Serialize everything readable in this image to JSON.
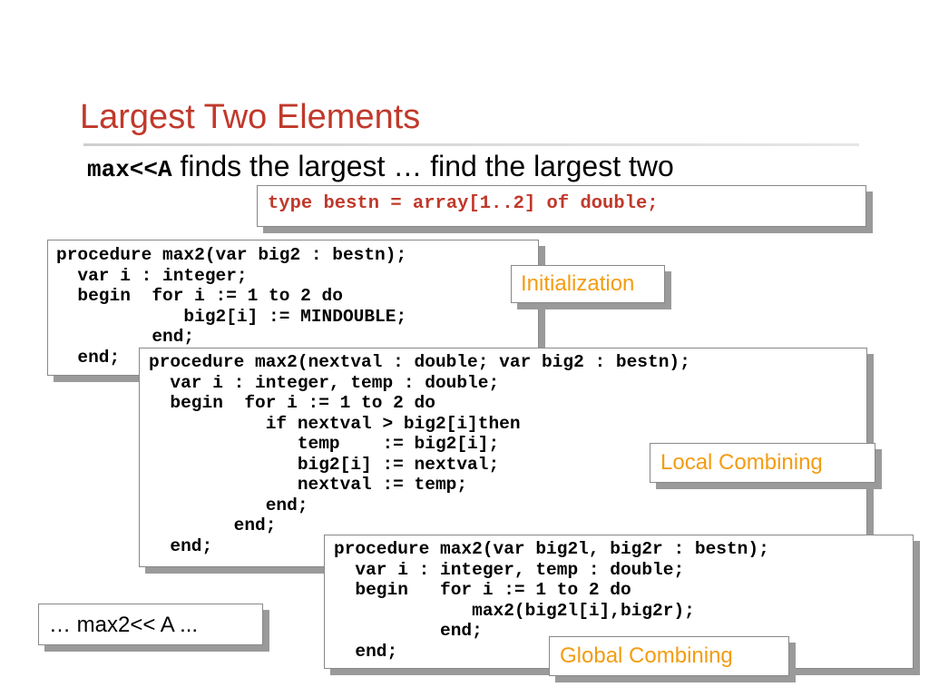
{
  "title": "Largest Two Elements",
  "subtitle": {
    "code": "max<<A",
    "text": " finds the largest … find the largest two"
  },
  "type_decl": "type bestn = array[1..2] of double;",
  "init_code": "procedure max2(var big2 : bestn);\n  var i : integer;\n  begin  for i := 1 to 2 do\n            big2[i] := MINDOUBLE;\n         end;\n  end;",
  "local_code": "procedure max2(nextval : double; var big2 : bestn);\n  var i : integer, temp : double;\n  begin  for i := 1 to 2 do\n           if nextval > big2[i]then\n              temp    := big2[i];\n              big2[i] := nextval;\n              nextval := temp;\n           end;\n        end;\n  end;",
  "global_code": "procedure max2(var big2l, big2r : bestn);\n  var i : integer, temp : double;\n  begin   for i := 1 to 2 do\n             max2(big2l[i],big2r);\n          end;\n  end;",
  "labels": {
    "initialization": "Initialization",
    "local_combining": "Local Combining",
    "global_combining": "Global Combining",
    "reduce": "… max2<< A ..."
  },
  "colors": {
    "title": "#c0392b",
    "type_decl": "#c0392b",
    "callout": "#f39c12",
    "shadow": "#9a9a9a"
  }
}
